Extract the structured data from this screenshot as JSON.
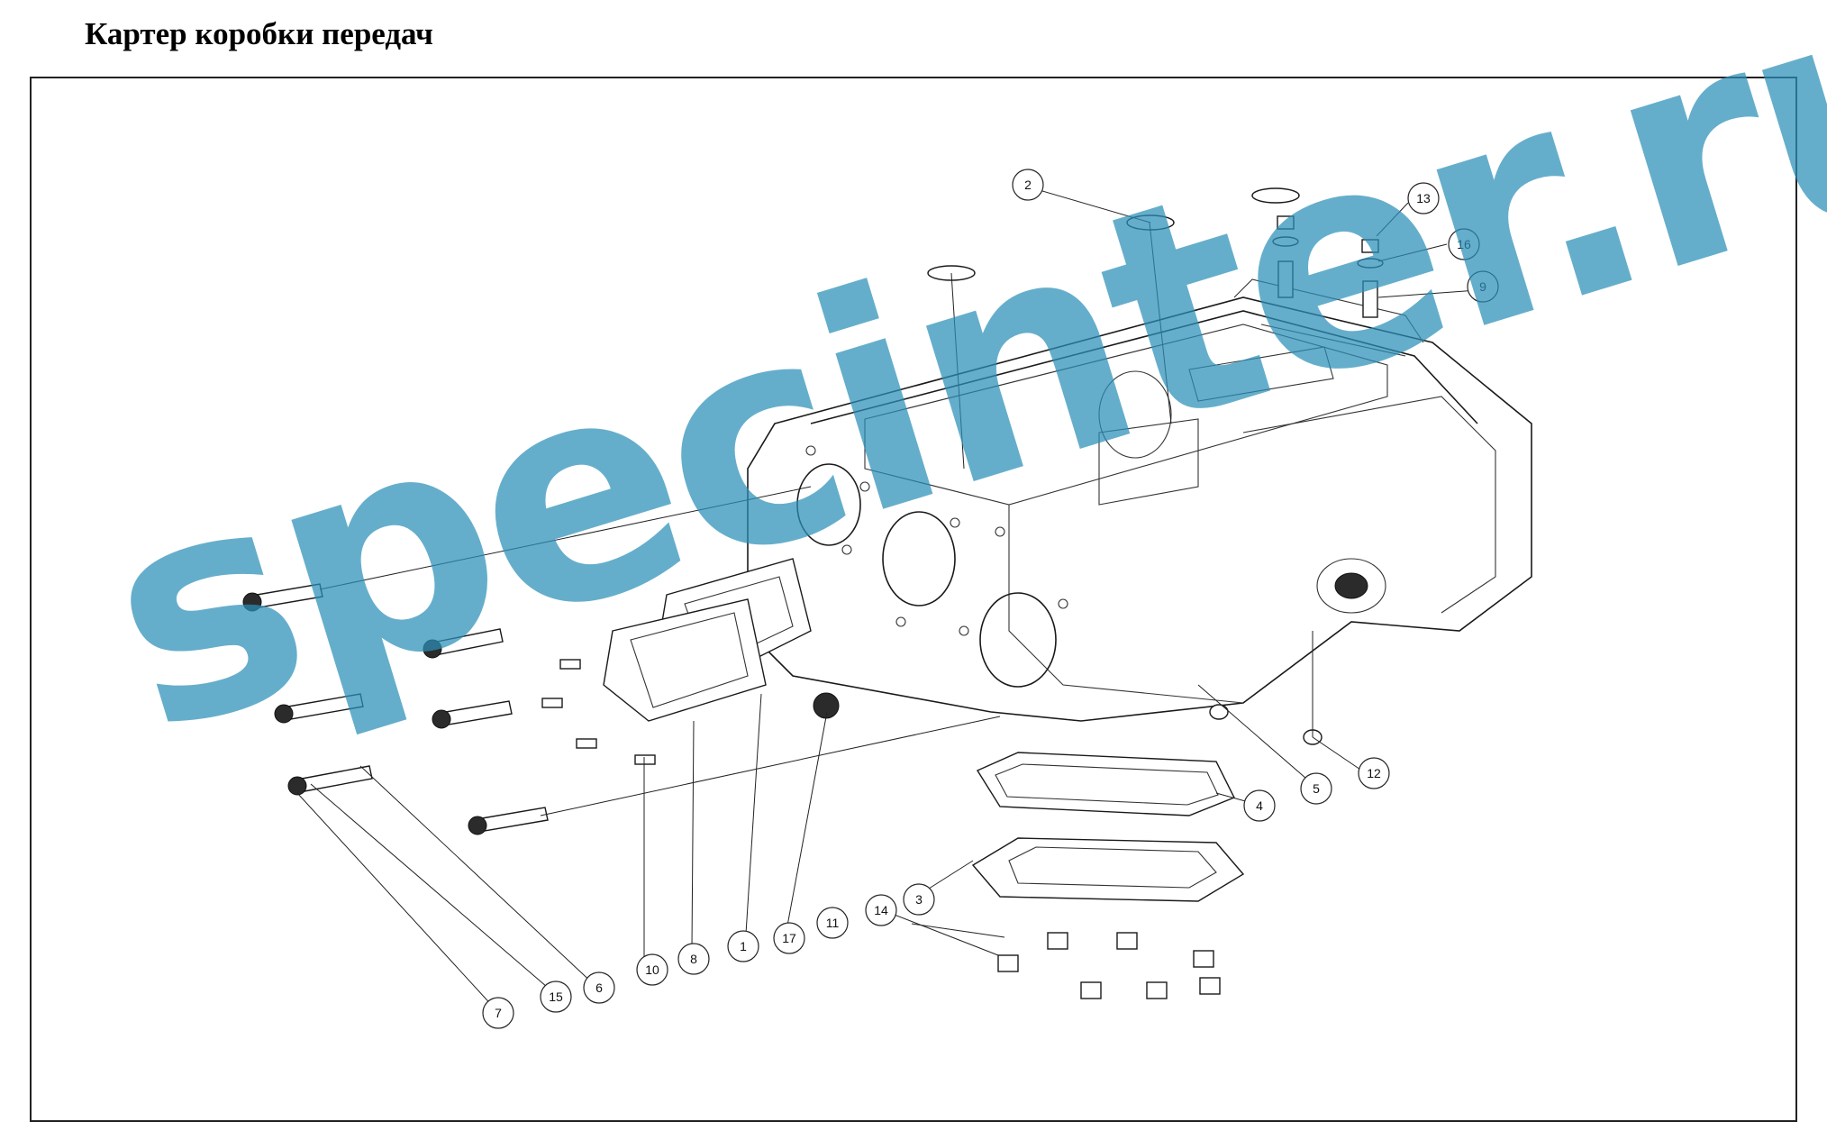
{
  "title": "Картер коробки передач",
  "watermark": "specinter.ru",
  "callouts": [
    "1",
    "2",
    "3",
    "4",
    "5",
    "6",
    "7",
    "8",
    "9",
    "10",
    "11",
    "12",
    "13",
    "14",
    "15",
    "16",
    "17"
  ]
}
